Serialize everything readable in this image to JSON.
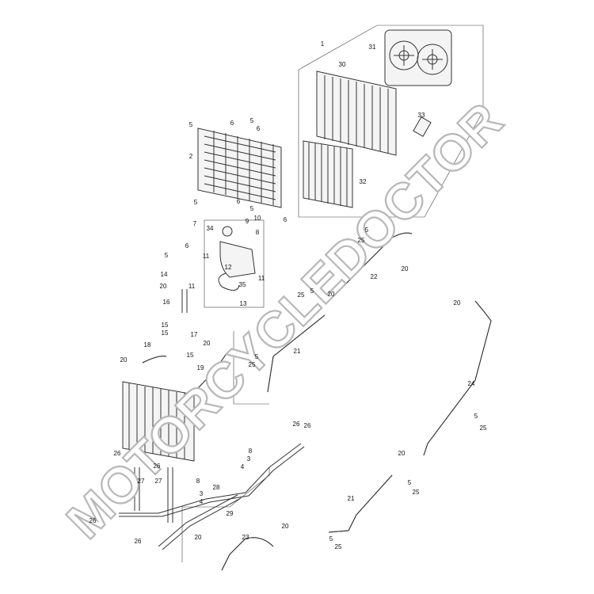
{
  "watermark": "MOTORCYCLEDOCTOR",
  "callouts": [
    {
      "id": "c1",
      "text": "1"
    },
    {
      "id": "c30",
      "text": "30"
    },
    {
      "id": "c31",
      "text": "31"
    },
    {
      "id": "c33",
      "text": "33"
    },
    {
      "id": "c32",
      "text": "32"
    },
    {
      "id": "c5a",
      "text": "5"
    },
    {
      "id": "c6a",
      "text": "6"
    },
    {
      "id": "c5b",
      "text": "5"
    },
    {
      "id": "c6b",
      "text": "6"
    },
    {
      "id": "c2",
      "text": "2"
    },
    {
      "id": "c5c",
      "text": "5"
    },
    {
      "id": "c6c",
      "text": "6"
    },
    {
      "id": "c5d",
      "text": "5"
    },
    {
      "id": "c6d",
      "text": "6"
    },
    {
      "id": "c7",
      "text": "7"
    },
    {
      "id": "c34",
      "text": "34"
    },
    {
      "id": "c9",
      "text": "9"
    },
    {
      "id": "c10",
      "text": "10"
    },
    {
      "id": "c8",
      "text": "8"
    },
    {
      "id": "c11a",
      "text": "11"
    },
    {
      "id": "c12",
      "text": "12"
    },
    {
      "id": "c35",
      "text": "35"
    },
    {
      "id": "c11b",
      "text": "11"
    },
    {
      "id": "c13",
      "text": "13"
    },
    {
      "id": "c5e",
      "text": "5"
    },
    {
      "id": "c6e",
      "text": "6"
    },
    {
      "id": "c14",
      "text": "14"
    },
    {
      "id": "c20a",
      "text": "20"
    },
    {
      "id": "c11c",
      "text": "11"
    },
    {
      "id": "c16",
      "text": "16"
    },
    {
      "id": "c15a",
      "text": "15"
    },
    {
      "id": "c15b",
      "text": "15"
    },
    {
      "id": "c17",
      "text": "17"
    },
    {
      "id": "c18",
      "text": "18"
    },
    {
      "id": "c20b",
      "text": "20"
    },
    {
      "id": "c15c",
      "text": "15"
    },
    {
      "id": "c19",
      "text": "19"
    },
    {
      "id": "c20c",
      "text": "20"
    },
    {
      "id": "c25a",
      "text": "25"
    },
    {
      "id": "c5f",
      "text": "5"
    },
    {
      "id": "c20d",
      "text": "20"
    },
    {
      "id": "c22",
      "text": "22"
    },
    {
      "id": "c25b",
      "text": "25"
    },
    {
      "id": "c5g",
      "text": "5"
    },
    {
      "id": "c20e",
      "text": "20"
    },
    {
      "id": "c21a",
      "text": "21"
    },
    {
      "id": "c25c",
      "text": "25"
    },
    {
      "id": "c5h",
      "text": "5"
    },
    {
      "id": "c20f",
      "text": "20"
    },
    {
      "id": "c24",
      "text": "24"
    },
    {
      "id": "c5i",
      "text": "5"
    },
    {
      "id": "c25d",
      "text": "25"
    },
    {
      "id": "c20g",
      "text": "20"
    },
    {
      "id": "c26a",
      "text": "26"
    },
    {
      "id": "c26b",
      "text": "26"
    },
    {
      "id": "c8b",
      "text": "8"
    },
    {
      "id": "c3a",
      "text": "3"
    },
    {
      "id": "c4a",
      "text": "4"
    },
    {
      "id": "c26c",
      "text": "26"
    },
    {
      "id": "c26d",
      "text": "26"
    },
    {
      "id": "c27a",
      "text": "27"
    },
    {
      "id": "c27b",
      "text": "27"
    },
    {
      "id": "c8c",
      "text": "8"
    },
    {
      "id": "c3b",
      "text": "3"
    },
    {
      "id": "c4b",
      "text": "4"
    },
    {
      "id": "c28",
      "text": "28"
    },
    {
      "id": "c29",
      "text": "29"
    },
    {
      "id": "c26e",
      "text": "26"
    },
    {
      "id": "c26f",
      "text": "26"
    },
    {
      "id": "c20h",
      "text": "20"
    },
    {
      "id": "c23",
      "text": "23"
    },
    {
      "id": "c5j",
      "text": "5"
    },
    {
      "id": "c25e",
      "text": "25"
    },
    {
      "id": "c21b",
      "text": "21"
    },
    {
      "id": "c20i",
      "text": "20"
    },
    {
      "id": "c5k",
      "text": "5"
    },
    {
      "id": "c25f",
      "text": "25"
    }
  ]
}
